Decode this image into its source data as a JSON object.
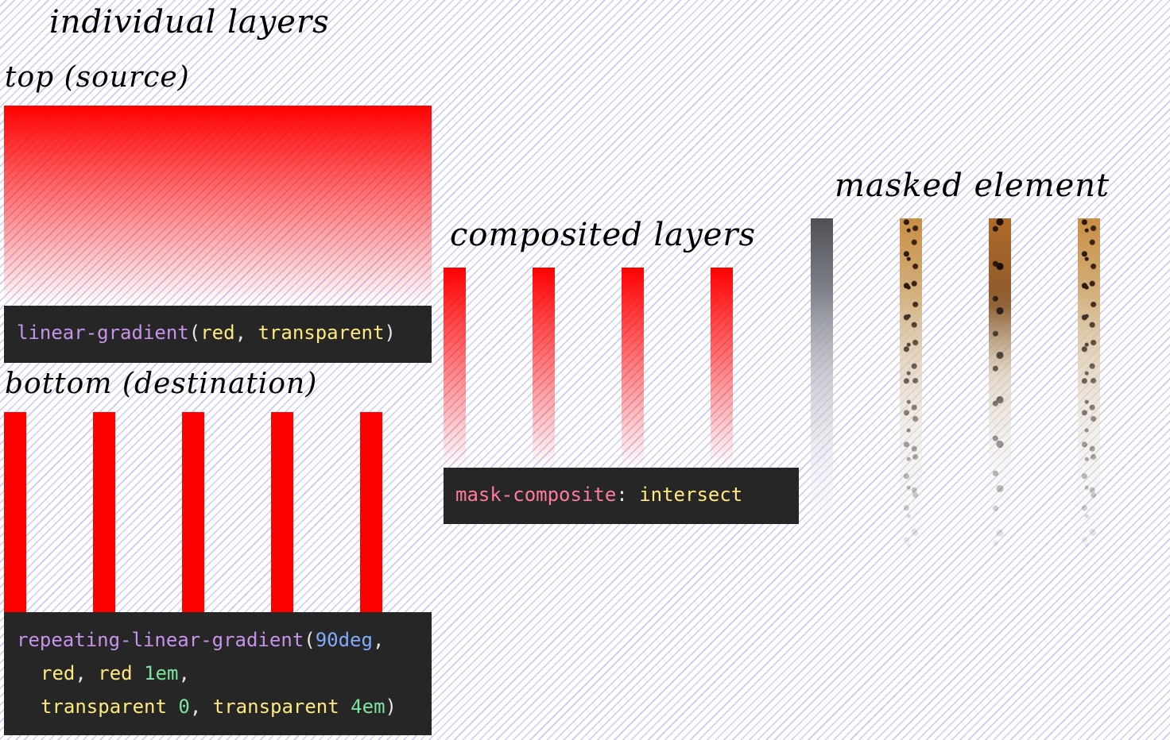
{
  "headings": {
    "individual_layers": "individual layers",
    "top_source": "top (source)",
    "bottom_destination": "bottom (destination)",
    "composited_layers": "composited layers",
    "masked_element": "masked element"
  },
  "code": {
    "top": {
      "func": "linear-gradient",
      "open": "(",
      "arg1": "red",
      "sep": ", ",
      "arg2": "transparent",
      "close": ")"
    },
    "bottom": {
      "func": "repeating-linear-gradient",
      "open": "(",
      "angle": "90deg",
      "comma": ",",
      "red": "red",
      "sep": ", ",
      "red2": "red",
      "stop1": "1em",
      "transparent": "transparent",
      "stop2": "0",
      "transparent2": "transparent",
      "stop3": "4em",
      "close": ")"
    },
    "composite": {
      "property": "mask-composite",
      "colon": ": ",
      "value": "intersect"
    }
  },
  "colors": {
    "stripe": "#ff0000",
    "code_background": "#262626",
    "function": "#c792ea",
    "keyword": "#ffe97f",
    "number": "#82aaff",
    "unit": "#7fe3a0",
    "property": "#ff7b9c",
    "page_hatch": "#c9c9f2"
  },
  "images": {
    "masked_element_picture": "leopard-photo"
  }
}
